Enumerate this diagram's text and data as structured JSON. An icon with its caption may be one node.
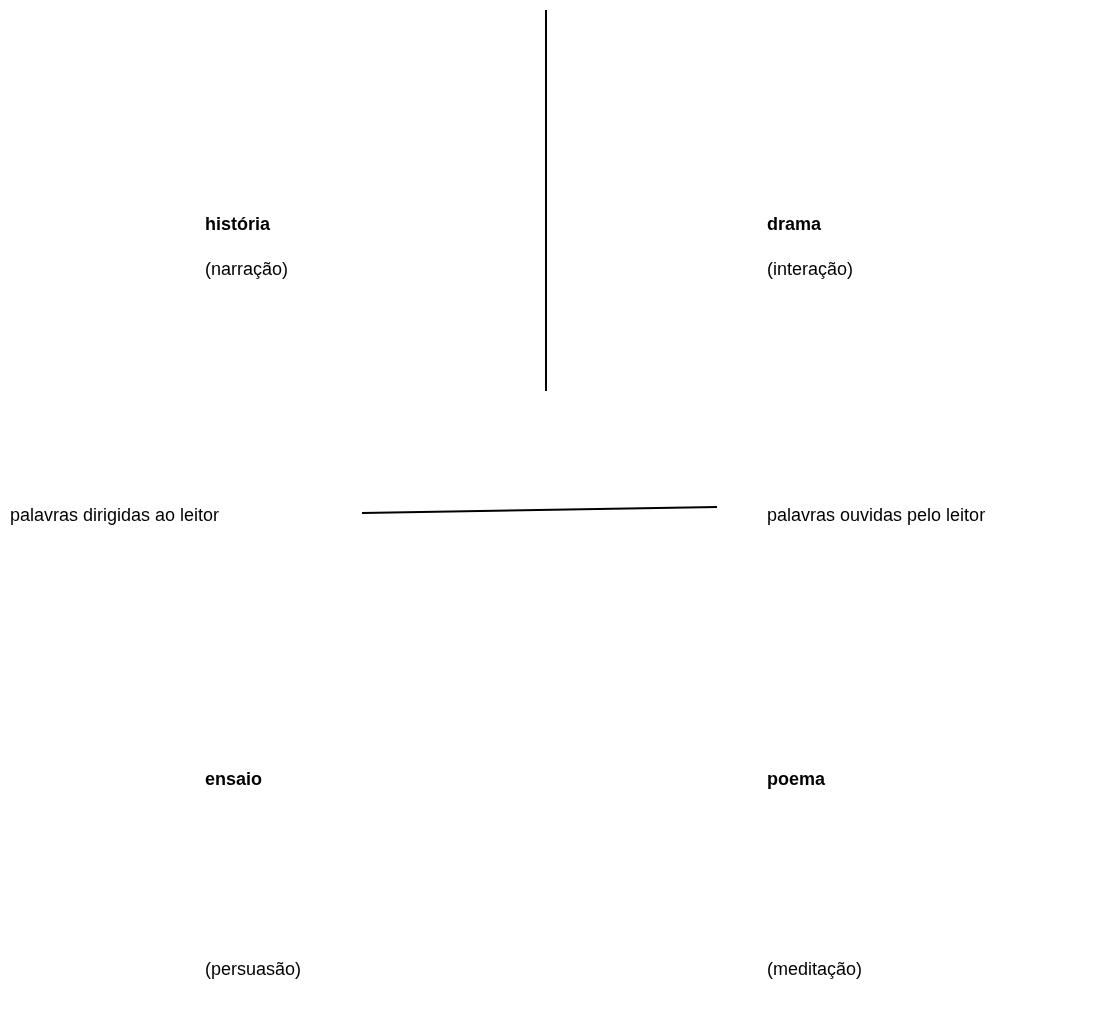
{
  "diagram": {
    "labels": [
      "história",
      "(narração)",
      "drama",
      "(interação)",
      "palavras dirigidas ao leitor",
      "palavras ouvidas pelo leitor",
      "ensaio",
      "poema",
      "(persuasão)",
      "(meditação)"
    ]
  }
}
